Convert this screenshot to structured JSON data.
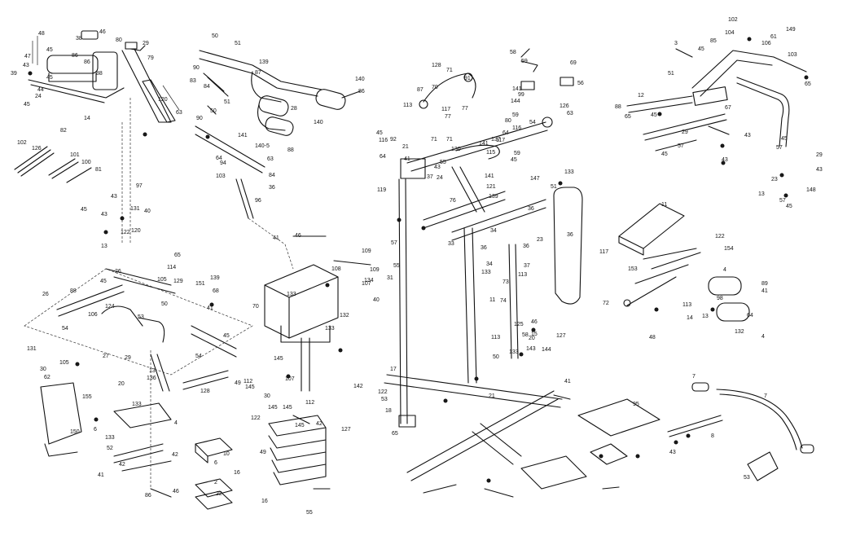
{
  "diagram": {
    "labels": [
      "48",
      "38",
      "46",
      "29",
      "80",
      "79",
      "86",
      "86",
      "88",
      "47",
      "45",
      "43",
      "39",
      "24",
      "44",
      "45",
      "45",
      "120",
      "14",
      "63",
      "82",
      "102",
      "126",
      "100",
      "101",
      "81",
      "97",
      "50",
      "51",
      "139",
      "87",
      "83",
      "84",
      "90",
      "140",
      "28",
      "86",
      "140",
      "50",
      "51",
      "90",
      "141",
      "140-5",
      "88",
      "63",
      "84",
      "94",
      "64",
      "103",
      "96",
      "36",
      "128",
      "71",
      "87",
      "70",
      "113",
      "117",
      "91",
      "77",
      "56",
      "58",
      "59",
      "69",
      "71",
      "55",
      "126",
      "59",
      "63",
      "99",
      "144",
      "141",
      "80",
      "116",
      "45",
      "116",
      "92",
      "71",
      "77",
      "141",
      "64",
      "117",
      "54",
      "137",
      "64",
      "21",
      "41",
      "59",
      "45",
      "115",
      "37",
      "43",
      "24",
      "130",
      "119",
      "141",
      "121",
      "76",
      "139",
      "147",
      "133",
      "51",
      "102",
      "61",
      "149",
      "3",
      "45",
      "85",
      "104",
      "106",
      "103",
      "51",
      "12",
      "65",
      "88",
      "45",
      "65",
      "67",
      "29",
      "57",
      "43",
      "45",
      "45",
      "43",
      "57",
      "29",
      "13",
      "23",
      "57",
      "45",
      "148",
      "43",
      "45",
      "43",
      "43",
      "131",
      "40",
      "13",
      "122",
      "120",
      "88",
      "45",
      "26",
      "65",
      "105",
      "114",
      "129",
      "151",
      "139",
      "41",
      "106",
      "124",
      "53",
      "50",
      "54",
      "26",
      "131",
      "62",
      "105",
      "30",
      "27",
      "20",
      "29",
      "54",
      "155",
      "133",
      "128",
      "150",
      "13",
      "136",
      "6",
      "4",
      "133",
      "52",
      "86",
      "41",
      "42",
      "42",
      "46",
      "41",
      "46",
      "68",
      "45",
      "133",
      "132",
      "49",
      "70",
      "133",
      "109",
      "109",
      "134",
      "108",
      "107",
      "145",
      "107",
      "112",
      "145",
      "112",
      "145",
      "145",
      "145",
      "42",
      "49",
      "127",
      "16",
      "10",
      "6",
      "2",
      "22",
      "55",
      "16",
      "142",
      "17",
      "53",
      "18",
      "122",
      "30",
      "21",
      "122",
      "65",
      "57",
      "55",
      "31",
      "40",
      "33",
      "23",
      "36",
      "34",
      "34",
      "36",
      "36",
      "37",
      "36",
      "113",
      "11",
      "113",
      "11",
      "117",
      "122",
      "154",
      "153",
      "89",
      "41",
      "64",
      "4",
      "132",
      "14",
      "4",
      "113",
      "13",
      "98",
      "48",
      "72",
      "73",
      "74",
      "125",
      "46",
      "15",
      "143",
      "144",
      "127",
      "58",
      "133",
      "50",
      "20",
      "41",
      "133",
      "95",
      "7",
      "7",
      "8",
      "43",
      "53"
    ]
  }
}
